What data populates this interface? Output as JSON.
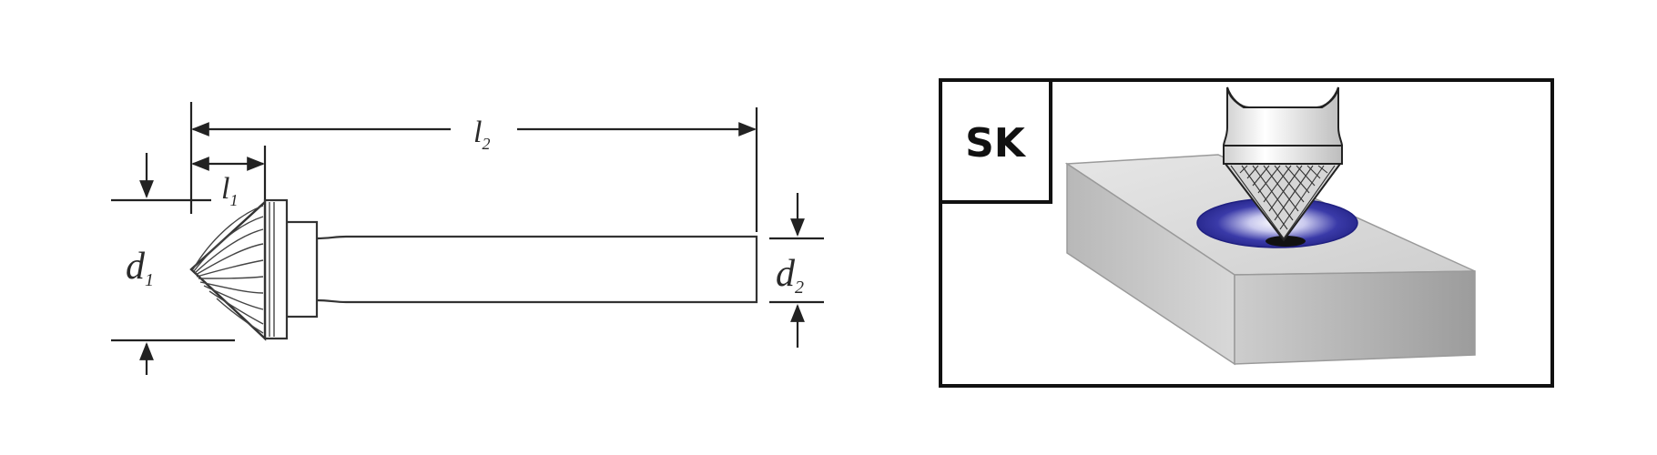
{
  "technical_drawing": {
    "dimension_labels": {
      "l2": {
        "base": "l",
        "sub": "2"
      },
      "l1": {
        "base": "l",
        "sub": "1"
      },
      "d1": {
        "base": "d",
        "sub": "1"
      },
      "d2": {
        "base": "d",
        "sub": "2"
      }
    }
  },
  "application_illustration": {
    "badge_label": "SK",
    "colors": {
      "border": "#111111",
      "block_top": "#dcdcdc",
      "block_front": "#c4c4c4",
      "block_side": "#b0b0b0",
      "hole_blue": "#3a3aa8"
    }
  }
}
